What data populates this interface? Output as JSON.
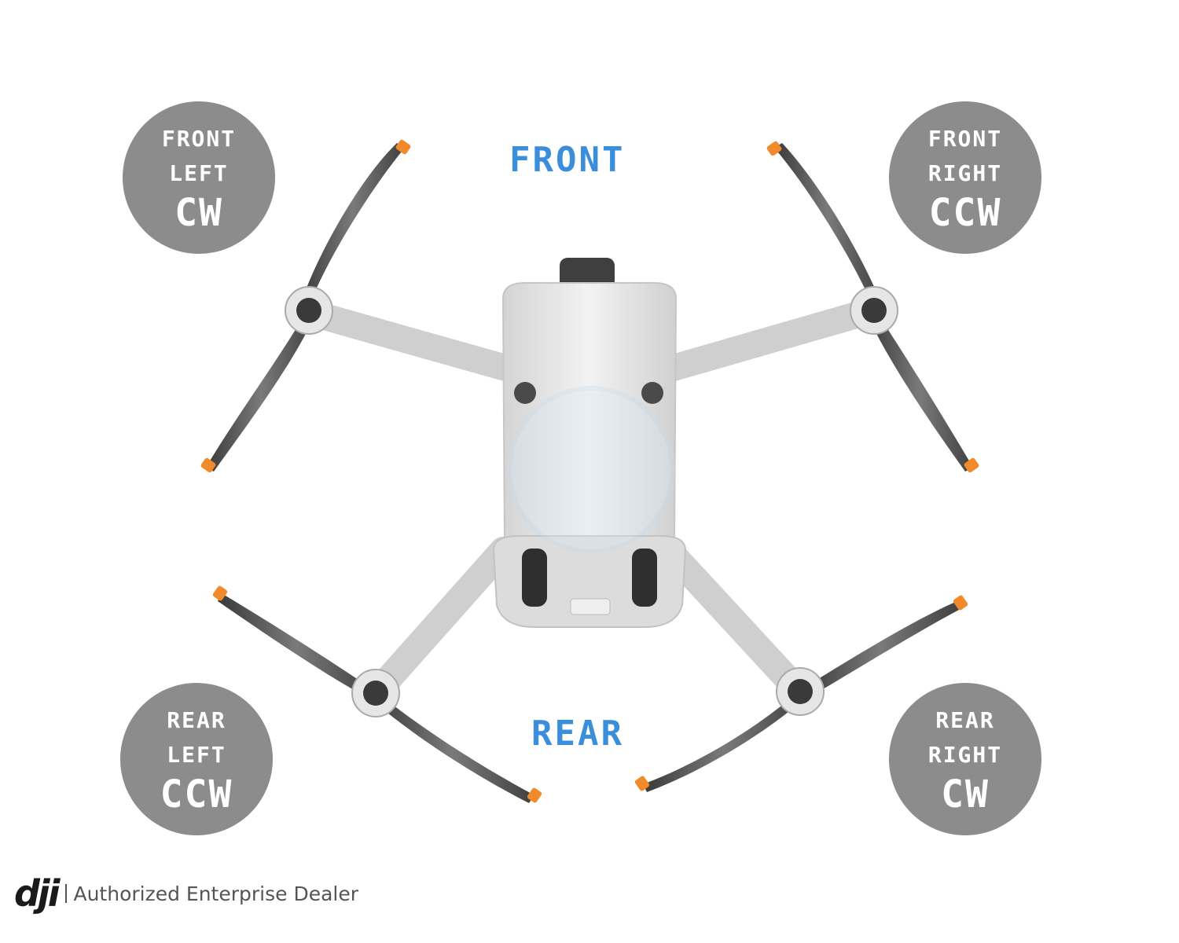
{
  "labels": {
    "front": "FRONT",
    "rear": "REAR"
  },
  "motors": {
    "front_left": {
      "line1": "FRONT",
      "line2": "LEFT",
      "rotation": "CW"
    },
    "front_right": {
      "line1": "FRONT",
      "line2": "RIGHT",
      "rotation": "CCW"
    },
    "rear_left": {
      "line1": "REAR",
      "line2": "LEFT",
      "rotation": "CCW"
    },
    "rear_right": {
      "line1": "REAR",
      "line2": "RIGHT",
      "rotation": "CW"
    }
  },
  "footer": {
    "brand_logo": "dji",
    "dealer_text": "Authorized Enterprise Dealer"
  },
  "colors": {
    "label_blue": "#3b8edb",
    "badge_gray": "#8c8c8c",
    "propeller_tip": "#f08a2a"
  }
}
